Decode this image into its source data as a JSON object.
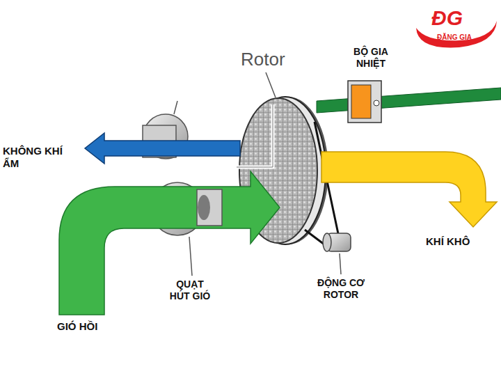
{
  "diagram": {
    "labels": [
      "ĐG",
      "ĐẶNG GIA",
      "Rotor",
      "BỘ GIA NHIỆT",
      "KHÔNG KHÍ ẨM",
      "QUẠT HÚT GIÓ",
      "GIÓ HỒI",
      "ĐỘNG CƠ ROTOR",
      "KHÍ KHÔ"
    ]
  }
}
